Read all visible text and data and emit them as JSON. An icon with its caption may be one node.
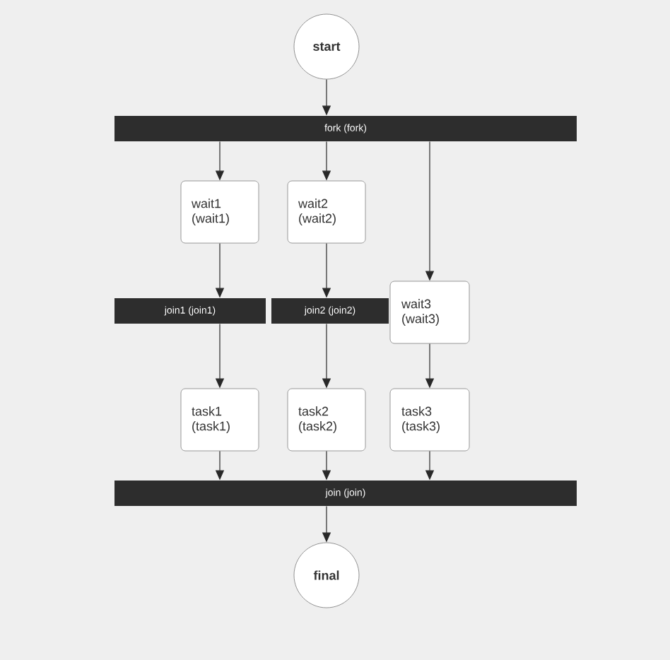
{
  "diagram": {
    "nodes": [
      {
        "text": [
          "start"
        ]
      },
      {
        "text": [
          "fork (fork)"
        ]
      },
      {
        "text": [
          "wait1 (wait1)"
        ]
      },
      {
        "text": [
          "wait2 (wait2)"
        ]
      },
      {
        "text": [
          "wait3 (wait3)"
        ]
      },
      {
        "text": [
          "join1 (join1)"
        ]
      },
      {
        "text": [
          "join2 (join2)"
        ]
      },
      {
        "text": [
          "task1 (task1)"
        ]
      },
      {
        "text": [
          "task2 (task2)"
        ]
      },
      {
        "text": [
          "task3 (task3)"
        ]
      },
      {
        "text": [
          "join (join)"
        ]
      },
      {
        "text": [
          "final"
        ]
      }
    ],
    "edges": [
      {
        "from": 0,
        "to": 1,
        "arrow": "to"
      },
      {
        "from": 1,
        "to": 2,
        "arrow": "to"
      },
      {
        "from": 1,
        "to": 3,
        "arrow": "to"
      },
      {
        "from": 1,
        "to": 4,
        "arrow": "to"
      },
      {
        "from": 2,
        "to": 5,
        "arrow": "to"
      },
      {
        "from": 3,
        "to": 6,
        "arrow": "to"
      },
      {
        "from": 5,
        "to": 7,
        "arrow": "to"
      },
      {
        "from": 6,
        "to": 8,
        "arrow": "to"
      },
      {
        "from": 4,
        "to": 9,
        "arrow": "to"
      },
      {
        "from": 7,
        "to": 10,
        "arrow": "to"
      },
      {
        "from": 8,
        "to": 10,
        "arrow": "to"
      },
      {
        "from": 9,
        "to": 10,
        "arrow": "to"
      },
      {
        "from": 10,
        "to": 11,
        "arrow": "to"
      }
    ]
  }
}
